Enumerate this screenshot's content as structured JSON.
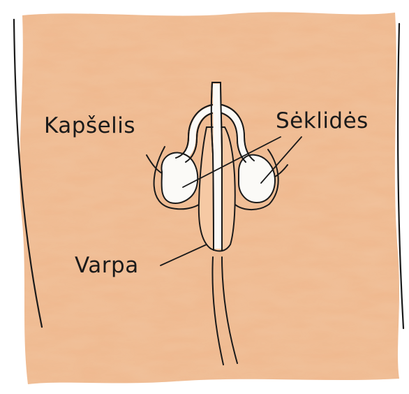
{
  "labels": {
    "scrotum": "Kapšelis",
    "testes": "Sėklidės",
    "penis": "Varpa"
  },
  "colors": {
    "skin_wash": "#efb98f",
    "skin_wash_dark": "#e39a68",
    "ink": "#1a1a1a",
    "organ_fill": "#fbfaf7"
  }
}
